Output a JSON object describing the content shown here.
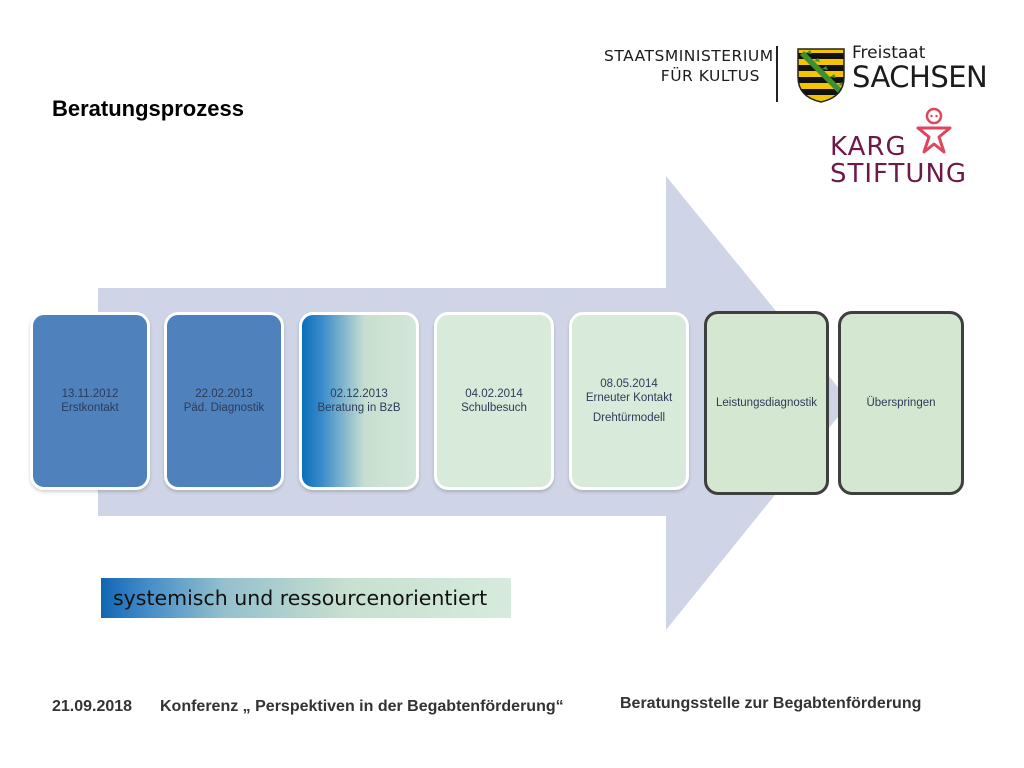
{
  "page": {
    "title": "Beratungsprozess"
  },
  "logos": {
    "ministry": {
      "line1": "STAATSMINISTERIUM",
      "line2": "FÜR KULTUS"
    },
    "sachsen": {
      "line1": "Freistaat",
      "line2": "SACHSEN"
    },
    "karg": {
      "line1": "KARG",
      "line2": "STIFTUNG",
      "color": "#6e1a49"
    }
  },
  "process": {
    "arrow_color": "#cfd5e6",
    "steps": [
      {
        "date": "13.11.2012",
        "label": "Erstkontakt",
        "extra": ""
      },
      {
        "date": "22.02.2013",
        "label": "Päd. Diagnostik",
        "extra": ""
      },
      {
        "date": "02.12.2013",
        "label": "Beratung in BzB",
        "extra": ""
      },
      {
        "date": "04.02.2014",
        "label": "Schulbesuch",
        "extra": ""
      },
      {
        "date": "08.05.2014",
        "label": "Erneuter Kontakt",
        "extra": "Drehtürmodell"
      },
      {
        "date": "",
        "label": "Leistungsdiagnostik",
        "extra": ""
      },
      {
        "date": "",
        "label": "Überspringen",
        "extra": ""
      }
    ]
  },
  "banner": {
    "text": "systemisch und ressourcenorientiert"
  },
  "footer": {
    "date": "21.09.2018",
    "conference": "Konferenz „ Perspektiven in der Begabtenförderung“",
    "right": "Beratungsstelle zur Begabtenförderung"
  }
}
